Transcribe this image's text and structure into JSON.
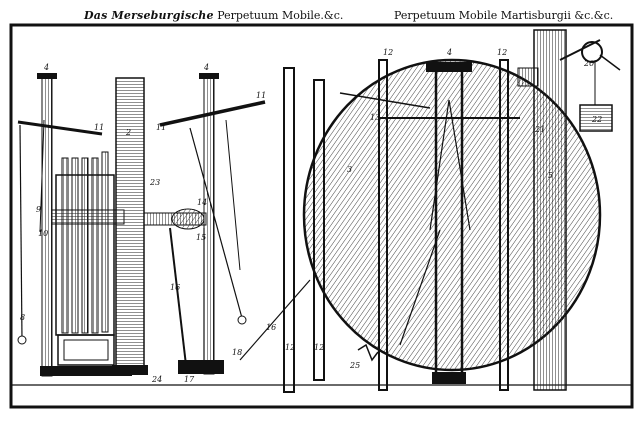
{
  "header": {
    "left_blackletter": "Das Merseburgische",
    "left_roman": "Perpetuum Mobile.&c.",
    "right": "Perpetuum Mobile Martisburgii &c.&c."
  },
  "figure_labels": {
    "l1": "4",
    "l2": "2",
    "l3": "4",
    "l4": "12",
    "l5": "4",
    "l6": "12",
    "l7": "11",
    "l8": "11",
    "l9": "11",
    "l10": "23",
    "l11": "14",
    "l12": "15",
    "l13": "16",
    "l14": "17",
    "l15": "18",
    "l16": "24",
    "l17": "16",
    "l18": "20",
    "l19": "22",
    "l20": "13",
    "l21": "21",
    "l22": "3",
    "l23": "5",
    "l24": "12",
    "l25": "12",
    "l26": "8",
    "l27": "9",
    "l28": "10",
    "l29": "25"
  },
  "colors": {
    "ink": "#111111",
    "paper": "#ffffff",
    "hatch": "#555555"
  }
}
